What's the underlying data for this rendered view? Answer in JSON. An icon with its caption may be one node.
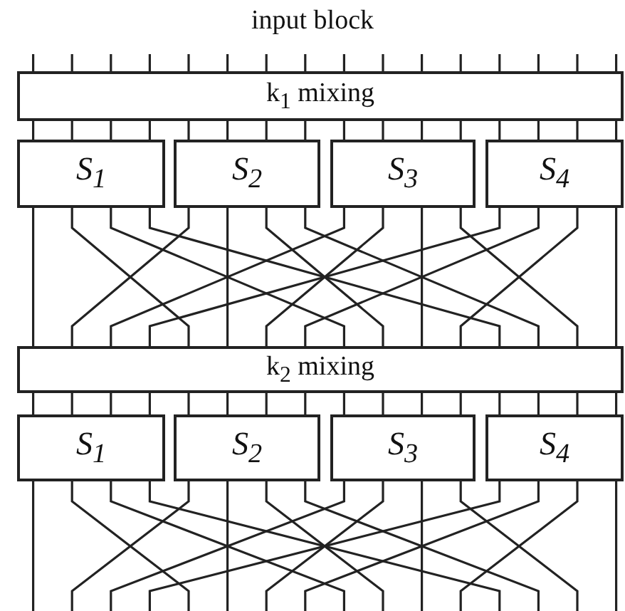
{
  "diagram": {
    "nodes": [
      {
        "text": [
          "k$_{1}$ mixing"
        ]
      },
      {
        "text": [
          "S$_{1}$"
        ]
      },
      {
        "text": [
          "S$_{2}$"
        ]
      },
      {
        "text": [
          "S$_{3}$"
        ]
      },
      {
        "text": [
          "S$_{4}$"
        ]
      },
      {
        "text": [
          "k$_{2}$ mixing"
        ]
      },
      {
        "text": [
          "S$_{1}$"
        ]
      },
      {
        "text": [
          "S$_{2}$"
        ]
      },
      {
        "text": [
          "S$_{3}$"
        ]
      },
      {
        "text": [
          "S$_{4}$"
        ]
      }
    ],
    "edges": [
      {
        "from": null,
        "to": 0,
        "arrow": "none"
      },
      {
        "from": null,
        "to": 0,
        "arrow": "none"
      },
      {
        "from": null,
        "to": 0,
        "arrow": "none"
      },
      {
        "from": null,
        "to": 0,
        "arrow": "none"
      },
      {
        "from": null,
        "to": 0,
        "arrow": "none"
      },
      {
        "from": null,
        "to": 0,
        "arrow": "none"
      },
      {
        "from": null,
        "to": 0,
        "arrow": "none"
      },
      {
        "from": null,
        "to": 0,
        "arrow": "none"
      },
      {
        "from": null,
        "to": 0,
        "arrow": "none"
      },
      {
        "from": null,
        "to": 0,
        "arrow": "none"
      },
      {
        "from": null,
        "to": 0,
        "arrow": "none"
      },
      {
        "from": null,
        "to": 0,
        "arrow": "none"
      },
      {
        "from": null,
        "to": 0,
        "arrow": "none"
      },
      {
        "from": null,
        "to": 0,
        "arrow": "none"
      },
      {
        "from": null,
        "to": 0,
        "arrow": "none"
      },
      {
        "from": null,
        "to": 0,
        "arrow": "none"
      },
      {
        "from": 0,
        "to": 1,
        "arrow": "none"
      },
      {
        "from": 0,
        "to": 1,
        "arrow": "none"
      },
      {
        "from": 0,
        "to": 1,
        "arrow": "none"
      },
      {
        "from": 0,
        "to": 1,
        "arrow": "none"
      },
      {
        "from": 0,
        "to": 2,
        "arrow": "none"
      },
      {
        "from": 0,
        "to": 2,
        "arrow": "none"
      },
      {
        "from": 0,
        "to": 2,
        "arrow": "none"
      },
      {
        "from": 0,
        "to": 2,
        "arrow": "none"
      },
      {
        "from": 0,
        "to": 3,
        "arrow": "none"
      },
      {
        "from": 0,
        "to": 3,
        "arrow": "none"
      },
      {
        "from": 0,
        "to": 3,
        "arrow": "none"
      },
      {
        "from": 0,
        "to": 3,
        "arrow": "none"
      },
      {
        "from": 0,
        "to": 4,
        "arrow": "none"
      },
      {
        "from": 0,
        "to": 4,
        "arrow": "none"
      },
      {
        "from": 0,
        "to": 4,
        "arrow": "none"
      },
      {
        "from": 0,
        "to": 4,
        "arrow": "none"
      },
      {
        "from": 1,
        "to": 5,
        "arrow": "none"
      },
      {
        "from": 2,
        "to": 5,
        "arrow": "none"
      },
      {
        "from": 3,
        "to": 5,
        "arrow": "none"
      },
      {
        "from": 4,
        "to": 5,
        "arrow": "none"
      },
      {
        "from": 1,
        "to": 5,
        "arrow": "none"
      },
      {
        "from": 2,
        "to": 5,
        "arrow": "none"
      },
      {
        "from": 3,
        "to": 5,
        "arrow": "none"
      },
      {
        "from": 4,
        "to": 5,
        "arrow": "none"
      },
      {
        "from": 1,
        "to": 5,
        "arrow": "none"
      },
      {
        "from": 2,
        "to": 5,
        "arrow": "none"
      },
      {
        "from": 3,
        "to": 5,
        "arrow": "none"
      },
      {
        "from": 4,
        "to": 5,
        "arrow": "none"
      },
      {
        "from": 1,
        "to": 5,
        "arrow": "none"
      },
      {
        "from": 2,
        "to": 5,
        "arrow": "none"
      },
      {
        "from": 3,
        "to": 5,
        "arrow": "none"
      },
      {
        "from": 4,
        "to": 5,
        "arrow": "none"
      },
      {
        "from": 5,
        "to": 6,
        "arrow": "none"
      },
      {
        "from": 5,
        "to": 6,
        "arrow": "none"
      },
      {
        "from": 5,
        "to": 6,
        "arrow": "none"
      },
      {
        "from": 5,
        "to": 6,
        "arrow": "none"
      },
      {
        "from": 5,
        "to": 7,
        "arrow": "none"
      },
      {
        "from": 5,
        "to": 7,
        "arrow": "none"
      },
      {
        "from": 5,
        "to": 7,
        "arrow": "none"
      },
      {
        "from": 5,
        "to": 7,
        "arrow": "none"
      },
      {
        "from": 5,
        "to": 8,
        "arrow": "none"
      },
      {
        "from": 5,
        "to": 8,
        "arrow": "none"
      },
      {
        "from": 5,
        "to": 8,
        "arrow": "none"
      },
      {
        "from": 5,
        "to": 8,
        "arrow": "none"
      },
      {
        "from": 5,
        "to": 9,
        "arrow": "none"
      },
      {
        "from": 5,
        "to": 9,
        "arrow": "none"
      },
      {
        "from": 5,
        "to": 9,
        "arrow": "none"
      },
      {
        "from": 5,
        "to": 9,
        "arrow": "none"
      },
      {
        "from": 6,
        "to": null,
        "arrow": "none"
      },
      {
        "from": 7,
        "to": null,
        "arrow": "none"
      },
      {
        "from": 8,
        "to": null,
        "arrow": "none"
      },
      {
        "from": 9,
        "to": null,
        "arrow": "none"
      },
      {
        "from": 6,
        "to": null,
        "arrow": "none"
      },
      {
        "from": 7,
        "to": null,
        "arrow": "none"
      },
      {
        "from": 8,
        "to": null,
        "arrow": "none"
      },
      {
        "from": 9,
        "to": null,
        "arrow": "none"
      },
      {
        "from": 6,
        "to": null,
        "arrow": "none"
      },
      {
        "from": 7,
        "to": null,
        "arrow": "none"
      },
      {
        "from": 8,
        "to": null,
        "arrow": "none"
      },
      {
        "from": 9,
        "to": null,
        "arrow": "none"
      },
      {
        "from": 6,
        "to": null,
        "arrow": "none"
      },
      {
        "from": 7,
        "to": null,
        "arrow": "none"
      },
      {
        "from": 8,
        "to": null,
        "arrow": "none"
      },
      {
        "from": 9,
        "to": null,
        "arrow": "none"
      }
    ],
    "labels": [
      "input block"
    ]
  }
}
